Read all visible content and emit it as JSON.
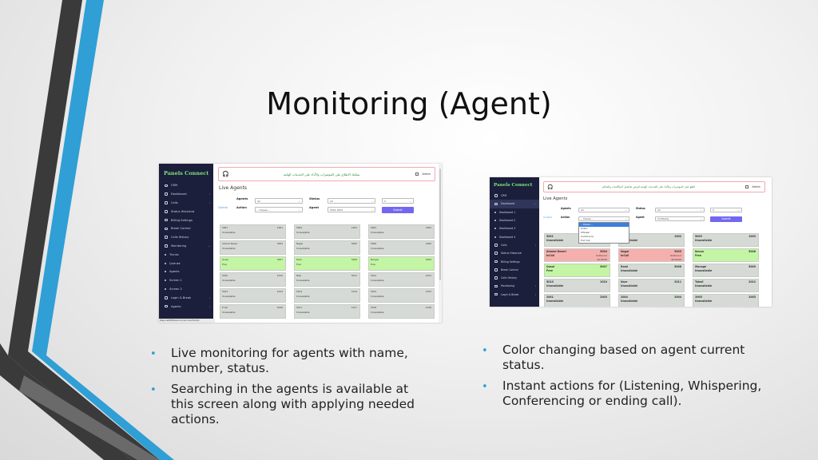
{
  "slide": {
    "title": "Monitoring (Agent)",
    "bullets_left": [
      "Live monitoring for agents with name, number, status.",
      "Searching in the agents is available at this screen along with applying needed actions."
    ],
    "bullets_right": [
      "Color changing based on agent current status.",
      "Instant actions for (Listening, Whispering, Conferencing  or ending call)."
    ],
    "bullet_glyph": "•",
    "colors": {
      "stripe_dark": "#3a3a3a",
      "stripe_blue": "#2f9fd6",
      "accent": "#7467ef",
      "free": "#c3f5a4",
      "incall": "#f5b0ad",
      "offline": "#d5dad5",
      "sidebar": "#1b1f3b"
    }
  },
  "screenshot1": {
    "brand": "Panels Connect",
    "sidebar": [
      {
        "label": "CRM",
        "icon": "home-icon"
      },
      {
        "label": "Dashboard",
        "icon": "chart-icon",
        "caret": "›"
      },
      {
        "label": "Calls",
        "icon": "phone-icon",
        "caret": "›"
      },
      {
        "label": "Status Historical",
        "icon": "clock-icon"
      },
      {
        "label": "Billing Settings",
        "icon": "card-icon"
      },
      {
        "label": "Break Control",
        "icon": "pause-icon"
      },
      {
        "label": "Calls History",
        "icon": "history-icon"
      },
      {
        "label": "Monitoring",
        "icon": "monitor-icon",
        "caret": "⌄"
      },
      {
        "label": "Trunks",
        "sub": true
      },
      {
        "label": "Queues",
        "sub": true
      },
      {
        "label": "Agents",
        "sub": true
      },
      {
        "label": "Screen 1",
        "sub": true
      },
      {
        "label": "Screen 2",
        "sub": true
      },
      {
        "label": "Login & Break",
        "icon": "login-icon",
        "caret": "›"
      },
      {
        "label": "Agents",
        "icon": "users-icon",
        "caret": "›"
      }
    ],
    "status_url": "sfapp.net/00/Panels Connect Live Monitor",
    "marquee": "يمكنك الاطلاع على المؤشرات والأداء على الخدمات الهامة",
    "admin": "Admin",
    "page_title": "Live Agents",
    "filters": {
      "agents_label": "Agents",
      "agents_value": "All",
      "status_label": "Status",
      "status_value": "All",
      "action_label": "Action",
      "action_value": "-- Please --",
      "agent_label": "Agent",
      "agent_value": "5004 3004",
      "extra_value": "0",
      "submit": "Submit",
      "control": "Control"
    },
    "cards": [
      {
        "n": "5001",
        "x": "1001",
        "s": "Unavailable"
      },
      {
        "n": "5002",
        "x": "1002",
        "s": "Unavailable"
      },
      {
        "n": "5003",
        "x": "1003",
        "s": "Unavailable"
      },
      {
        "n": "Ahmed Reseri",
        "x": "5004",
        "s": "Unavailable"
      },
      {
        "n": "Nagai",
        "x": "5005",
        "s": "Unavailable"
      },
      {
        "n": "5006",
        "x": "1006",
        "s": "Unavailable"
      },
      {
        "n": "Qusai",
        "x": "5007",
        "s": "Free",
        "state": "free"
      },
      {
        "n": "Rami",
        "x": "5008",
        "s": "Free",
        "state": "free"
      },
      {
        "n": "Nangar",
        "x": "5009",
        "s": "Free",
        "state": "free"
      },
      {
        "n": "5010",
        "x": "1010",
        "s": "Unavailable"
      },
      {
        "n": "Nasr",
        "x": "5011",
        "s": "Unavailable"
      },
      {
        "n": "5012",
        "x": "1012",
        "s": "Unavailable"
      },
      {
        "n": "5013",
        "x": "1013",
        "s": "Unavailable"
      },
      {
        "n": "5014",
        "x": "1014",
        "s": "Unavailable"
      },
      {
        "n": "5015",
        "x": "1015",
        "s": "Unavailable"
      },
      {
        "n": "E Vel",
        "x": "5016",
        "s": "Unavailable"
      },
      {
        "n": "5017",
        "x": "1017",
        "s": "Unavailable"
      },
      {
        "n": "5018",
        "x": "1018",
        "s": "Unavailable"
      }
    ]
  },
  "screenshot2": {
    "brand": "Panels Connect",
    "sidebar": [
      {
        "label": "CRM",
        "icon": "home-icon"
      },
      {
        "label": "Dashboard",
        "icon": "chart-icon",
        "caret": "⌄",
        "active": true
      },
      {
        "label": "Dashboard 1",
        "sub": true
      },
      {
        "label": "Dashboard 2",
        "sub": true
      },
      {
        "label": "Dashboard 3",
        "sub": true
      },
      {
        "label": "Dashboard 4",
        "sub": true
      },
      {
        "label": "Calls",
        "icon": "phone-icon",
        "caret": "›"
      },
      {
        "label": "Status Historical",
        "icon": "clock-icon"
      },
      {
        "label": "Billing Settings",
        "icon": "card-icon"
      },
      {
        "label": "Break Control",
        "icon": "pause-icon"
      },
      {
        "label": "Calls History",
        "icon": "history-icon"
      },
      {
        "label": "Monitoring",
        "icon": "monitor-icon",
        "caret": "›"
      },
      {
        "label": "Login & Break",
        "icon": "login-icon",
        "caret": "›"
      }
    ],
    "marquee": "اطلع على المؤشرات والأداء على الخدمات الهامة لعرض تفاصيل المكالمات والتحكم",
    "admin": "Admin",
    "page_title": "Live Agents",
    "filters": {
      "agents_label": "Agents",
      "agents_value": "All",
      "status_label": "Status",
      "status_value": "All",
      "action_label": "Action",
      "action_value": "-- Please --",
      "agent_label": "Agent",
      "agent_value": "Unfiltable",
      "extra_value": "0",
      "submit": "Submit",
      "control": "Control"
    },
    "dropdown": [
      "-- Please --",
      "Listen",
      "Whisper",
      "Conference",
      "End Call"
    ],
    "cards": [
      {
        "n": "5001",
        "x": "1001",
        "s": "Unavailable"
      },
      {
        "n": "5002",
        "x": "1002",
        "s": "Unavailable"
      },
      {
        "n": "5003",
        "x": "1003",
        "s": "Unavailable"
      },
      {
        "n": "Ahmed Reseri",
        "x": "5004",
        "s": "InCall",
        "state": "incall",
        "d": "Outbound",
        "t": "00:00:00"
      },
      {
        "n": "Nagai",
        "x": "5005",
        "s": "InCall",
        "state": "incall",
        "d": "Outbound",
        "t": "00:00:00"
      },
      {
        "n": "Ikman",
        "x": "5006",
        "s": "Free",
        "state": "free"
      },
      {
        "n": "Qusai",
        "x": "5007",
        "s": "Free",
        "state": "free"
      },
      {
        "n": "Rami",
        "x": "5008",
        "s": "Unavailable"
      },
      {
        "n": "Manage",
        "x": "5009",
        "s": "Unavailable"
      },
      {
        "n": "5010",
        "x": "1010",
        "s": "Unavailable"
      },
      {
        "n": "Nasr",
        "x": "2011",
        "s": "Unavailable"
      },
      {
        "n": "Tahali",
        "x": "2012",
        "s": "Unavailable"
      },
      {
        "n": "2001",
        "x": "2003",
        "s": "Unavailable"
      },
      {
        "n": "2004",
        "x": "2004",
        "s": "Unavailable"
      },
      {
        "n": "2005",
        "x": "2003",
        "s": "Unavailable"
      }
    ]
  }
}
